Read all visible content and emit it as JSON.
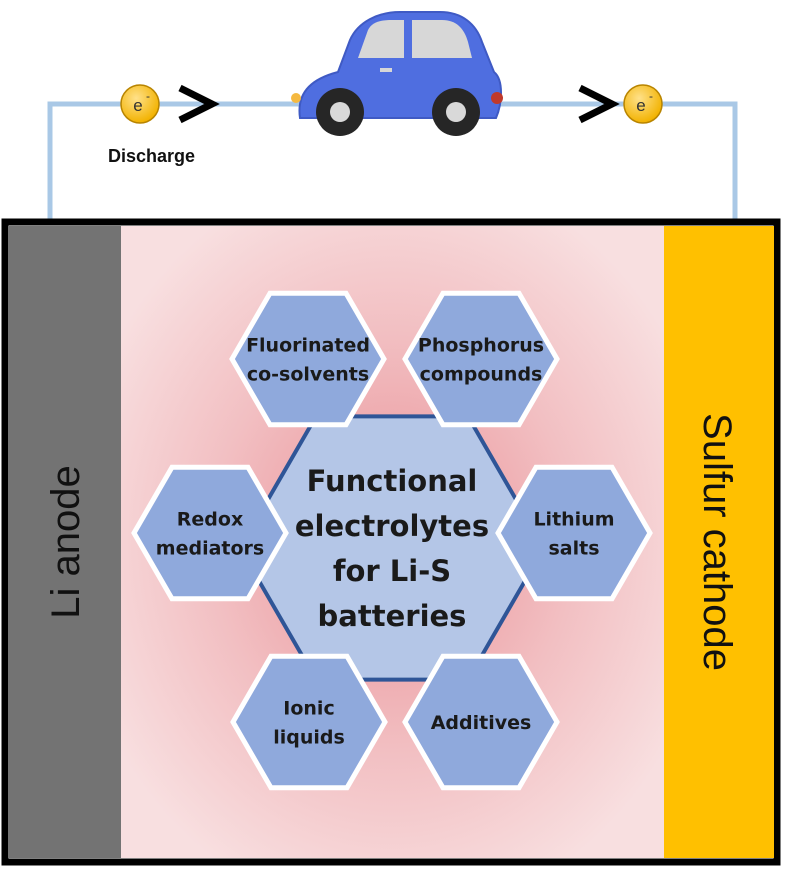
{
  "circuit": {
    "discharge_label": "Discharge",
    "electron_symbol": "e",
    "electron_charge": "-",
    "wire_color": "#a9c8e6"
  },
  "cell": {
    "anode_label": "Li anode",
    "cathode_label": "Sulfur cathode",
    "anode_color": "#737373",
    "cathode_color": "#ffc000",
    "electrolyte_color": "#f2c9cb"
  },
  "center": {
    "lines": [
      "Functional",
      "electrolytes",
      "for Li-S",
      "batteries"
    ]
  },
  "categories": [
    {
      "lines": [
        "Fluorinated",
        "co-solvents"
      ]
    },
    {
      "lines": [
        "Phosphorus",
        "compounds"
      ]
    },
    {
      "lines": [
        "Redox",
        "mediators"
      ]
    },
    {
      "lines": [
        "Lithium",
        "salts"
      ]
    },
    {
      "lines": [
        "Ionic",
        "liquids"
      ]
    },
    {
      "lines": [
        "Additives"
      ]
    }
  ],
  "colors": {
    "hex_fill": "#8fa9dc",
    "center_fill": "#b4c6e7",
    "hex_edge": "#2f5597",
    "car_body": "#4f6ee0"
  }
}
